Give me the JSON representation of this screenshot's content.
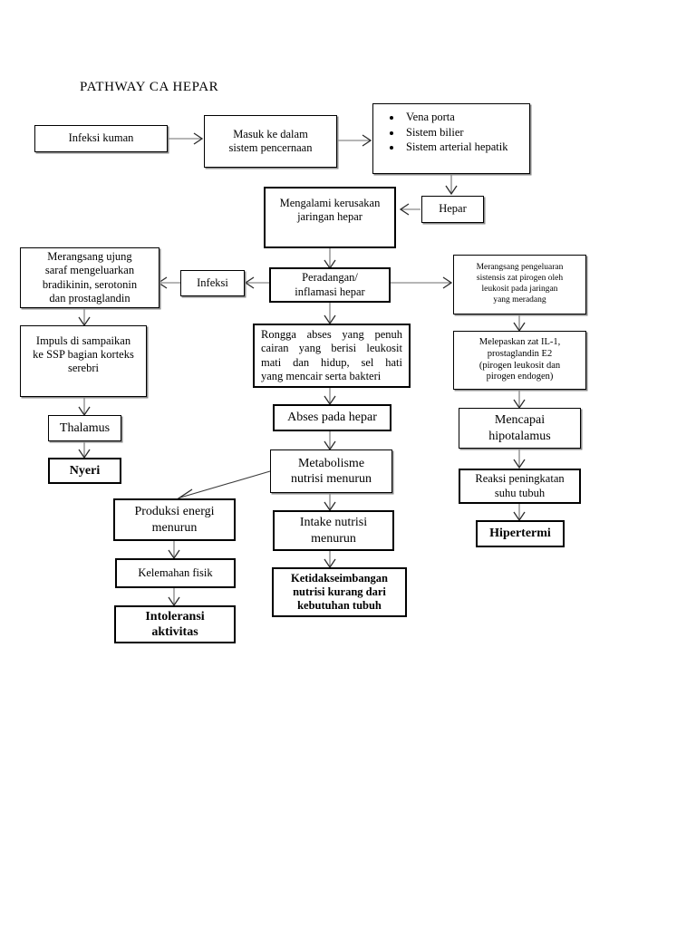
{
  "page": {
    "title": "PATHWAY CA HEPAR",
    "background": "#ffffff",
    "line_color": "#6e6e6e",
    "text_color": "#000000"
  },
  "diagram": {
    "type": "flowchart",
    "nodes": [
      {
        "id": "n1",
        "label": "Infeksi kuman"
      },
      {
        "id": "n2",
        "label": "Masuk ke dalam sistem pencernaan"
      },
      {
        "id": "n3",
        "label": "Vena porta / Sistem bilier / Sistem arterial hepatik",
        "bullets": [
          "Vena porta",
          "Sistem bilier",
          "Sistem arterial hepatik"
        ]
      },
      {
        "id": "n4",
        "label": "Hepar"
      },
      {
        "id": "n5",
        "label": "Mengalami kerusakan jaringan hepar"
      },
      {
        "id": "n6",
        "label": "Peradangan/ inflamasi hepar"
      },
      {
        "id": "n7",
        "label": "Infeksi"
      },
      {
        "id": "n8",
        "label": "Merangsang ujung saraf mengeluarkan bradikinin, serotonin dan prostaglandin"
      },
      {
        "id": "n9",
        "label": "Impuls di sampaikan ke SSP bagian korteks serebri"
      },
      {
        "id": "n10",
        "label": "Thalamus"
      },
      {
        "id": "n11",
        "label": "Nyeri",
        "emphasis": "bold"
      },
      {
        "id": "n12",
        "label": "Rongga abses yang penuh cairan yang berisi leukosit mati dan hidup, sel hati yang mencair serta bakteri"
      },
      {
        "id": "n13",
        "label": "Abses pada hepar"
      },
      {
        "id": "n14",
        "label": "Metabolisme nutrisi menurun"
      },
      {
        "id": "n15",
        "label": "Intake nutrisi menurun"
      },
      {
        "id": "n16",
        "label": "Ketidakseimbangan nutrisi kurang dari kebutuhan tubuh",
        "emphasis": "bold"
      },
      {
        "id": "n17",
        "label": "Produksi energi menurun"
      },
      {
        "id": "n18",
        "label": "Kelemahan fisik"
      },
      {
        "id": "n19",
        "label": "Intoleransi aktivitas",
        "emphasis": "bold"
      },
      {
        "id": "n20",
        "label": "Merangsang pengeluaran sistensis zat pirogen oleh leukosit pada jaringan yang meradang"
      },
      {
        "id": "n21",
        "label": "Melepaskan zat IL-1, prostaglandin E2 (pirogen leukosit dan pirogen endogen)"
      },
      {
        "id": "n22",
        "label": "Mencapai hipotalamus"
      },
      {
        "id": "n23",
        "label": "Reaksi peningkatan suhu tubuh"
      },
      {
        "id": "n24",
        "label": "Hipertermi",
        "emphasis": "bold"
      }
    ],
    "edges": [
      {
        "from": "n1",
        "to": "n2"
      },
      {
        "from": "n2",
        "to": "n3"
      },
      {
        "from": "n3",
        "to": "n4"
      },
      {
        "from": "n4",
        "to": "n5"
      },
      {
        "from": "n5",
        "to": "n6"
      },
      {
        "from": "n6",
        "to": "n7"
      },
      {
        "from": "n7",
        "to": "n8"
      },
      {
        "from": "n8",
        "to": "n9"
      },
      {
        "from": "n9",
        "to": "n10"
      },
      {
        "from": "n10",
        "to": "n11"
      },
      {
        "from": "n6",
        "to": "n12"
      },
      {
        "from": "n12",
        "to": "n13"
      },
      {
        "from": "n13",
        "to": "n14"
      },
      {
        "from": "n14",
        "to": "n15"
      },
      {
        "from": "n15",
        "to": "n16"
      },
      {
        "from": "n14",
        "to": "n17"
      },
      {
        "from": "n17",
        "to": "n18"
      },
      {
        "from": "n18",
        "to": "n19"
      },
      {
        "from": "n6",
        "to": "n20"
      },
      {
        "from": "n20",
        "to": "n21"
      },
      {
        "from": "n21",
        "to": "n22"
      },
      {
        "from": "n22",
        "to": "n23"
      },
      {
        "from": "n23",
        "to": "n24"
      }
    ]
  },
  "nodes_text": {
    "n1": {
      "l1": "Infeksi kuman"
    },
    "n2": {
      "l1": "Masuk ke dalam",
      "l2": "sistem pencernaan"
    },
    "n3": {
      "b1": "Vena porta",
      "b2": "Sistem bilier",
      "b3": "Sistem arterial hepatik"
    },
    "n4": {
      "l1": "Hepar"
    },
    "n5": {
      "l1": "Mengalami kerusakan",
      "l2": "jaringan hepar"
    },
    "n6": {
      "l1": "Peradangan/",
      "l2": "inflamasi hepar"
    },
    "n7": {
      "l1": "Infeksi"
    },
    "n8": {
      "l1": "Merangsang ujung",
      "l2": "saraf mengeluarkan",
      "l3": "bradikinin, serotonin",
      "l4": "dan prostaglandin"
    },
    "n9": {
      "l1": "Impuls di sampaikan",
      "l2": "ke SSP bagian korteks",
      "l3": "serebri"
    },
    "n10": {
      "l1": "Thalamus"
    },
    "n11": {
      "l1": "Nyeri"
    },
    "n12": {
      "l1": "Rongga abses yang penuh",
      "l2": "cairan yang berisi leukosit",
      "l3": "mati dan hidup, sel hati",
      "l4": "yang mencair serta bakteri"
    },
    "n13": {
      "l1": "Abses pada hepar"
    },
    "n14": {
      "l1": "Metabolisme",
      "l2": "nutrisi menurun"
    },
    "n15": {
      "l1": "Intake nutrisi",
      "l2": "menurun"
    },
    "n16": {
      "l1": "Ketidakseimbangan",
      "l2": "nutrisi kurang dari",
      "l3": "kebutuhan tubuh"
    },
    "n17": {
      "l1": "Produksi energi",
      "l2": "menurun"
    },
    "n18": {
      "l1": "Kelemahan fisik"
    },
    "n19": {
      "l1": "Intoleransi",
      "l2": "aktivitas"
    },
    "n20": {
      "l1": "Merangsang pengeluaran",
      "l2": "sistensis zat pirogen oleh",
      "l3": "leukosit pada jaringan",
      "l4": "yang meradang"
    },
    "n21": {
      "l1": "Melepaskan zat IL-1,",
      "l2": "prostaglandin E2",
      "l3": "(pirogen leukosit dan",
      "l4": "pirogen endogen)"
    },
    "n22": {
      "l1": "Mencapai",
      "l2": "hipotalamus"
    },
    "n23": {
      "l1": "Reaksi peningkatan",
      "l2": "suhu tubuh"
    },
    "n24": {
      "l1": "Hipertermi"
    }
  }
}
